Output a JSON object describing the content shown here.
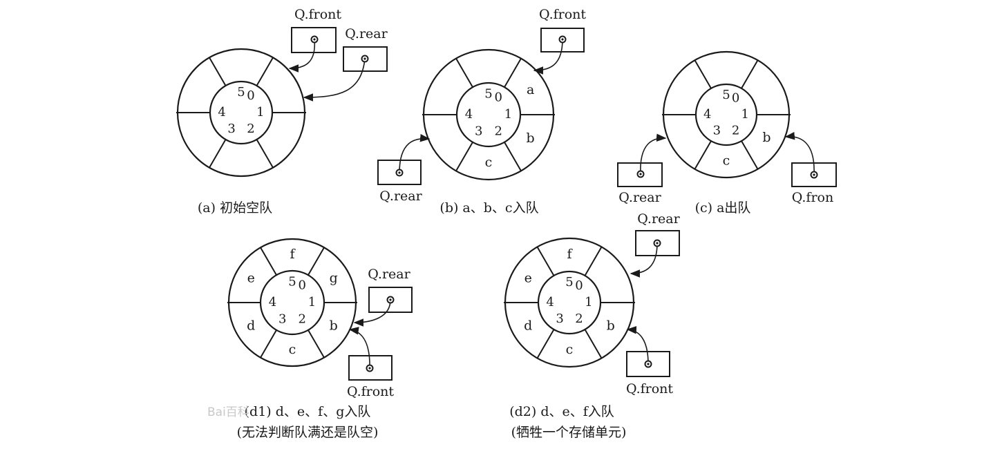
{
  "colors": {
    "ink": "#1a1a1a",
    "background": "#ffffff",
    "watermark": "#c8c8c8"
  },
  "watermark_text": "Bai百科",
  "diagrams": [
    {
      "id": "a",
      "caption_lines": [
        "(a) 初始空队"
      ],
      "slots": [
        "",
        "",
        "",
        "",
        "",
        ""
      ],
      "front_label": "Q.front",
      "rear_label": "Q.rear"
    },
    {
      "id": "b",
      "caption_lines": [
        "(b) a、b、c入队"
      ],
      "slots": [
        "a",
        "b",
        "c",
        "",
        "",
        ""
      ],
      "front_label": "Q.front",
      "rear_label": "Q.rear"
    },
    {
      "id": "c",
      "caption_lines": [
        "(c) a出队"
      ],
      "slots": [
        "",
        "b",
        "c",
        "",
        "",
        ""
      ],
      "front_label": "Q.fron",
      "rear_label": "Q.rear"
    },
    {
      "id": "d1",
      "caption_lines": [
        "(d1) d、e、f、g入队",
        "(无法判断队满还是队空)"
      ],
      "slots": [
        "g",
        "b",
        "c",
        "d",
        "e",
        "f"
      ],
      "front_label": "Q.front",
      "rear_label": "Q.rear"
    },
    {
      "id": "d2",
      "caption_lines": [
        "(d2) d、e、f入队",
        "(牺牲一个存储单元)"
      ],
      "slots": [
        "",
        "b",
        "c",
        "d",
        "e",
        "f"
      ],
      "front_label": "Q.front",
      "rear_label": "Q.rear"
    }
  ],
  "index_labels": [
    "0",
    "1",
    "2",
    "3",
    "4",
    "5"
  ]
}
